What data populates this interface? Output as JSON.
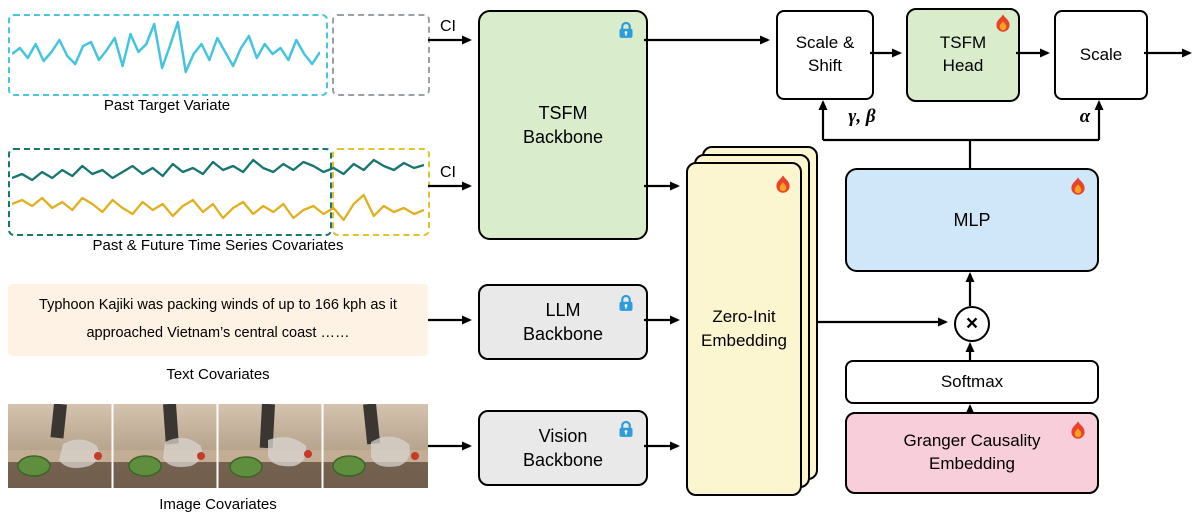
{
  "colors": {
    "green": "#d9eccb",
    "gray": "#e9e9e9",
    "yellow": "#fbf6cf",
    "blue": "#cfe7f8",
    "pink": "#f9cedb",
    "peach": "#fdf2e4",
    "cyan": "#45c5dd",
    "teal": "#17766f",
    "gold": "#e0b01f",
    "lock_blue": "#2e9bdb",
    "flame_red": "#e8432d",
    "flame_orange": "#f6a21c"
  },
  "inputs": {
    "past_target": {
      "label": "Past Target Variate"
    },
    "ts_covariates": {
      "label": "Past & Future Time Series Covariates"
    },
    "text_covariates": {
      "label": "Text Covariates",
      "content": "Typhoon Kajiki was packing winds of up to 166 kph as it\napproached Vietnam’s central coast ……"
    },
    "image_covariates": {
      "label": "Image Covariates"
    }
  },
  "blocks": {
    "tsfm_backbone": "TSFM\nBackbone",
    "llm_backbone": "LLM\nBackbone",
    "vision_backbone": "Vision\nBackbone",
    "zero_init": "Zero-Init\nEmbedding",
    "scale_shift": "Scale &\nShift",
    "tsfm_head": "TSFM\nHead",
    "scale": "Scale",
    "mlp": "MLP",
    "softmax": "Softmax",
    "granger": "Granger Causality\nEmbedding"
  },
  "edge_labels": {
    "ci_target": "CI",
    "ci_covariates": "CI",
    "gamma_beta": "γ, β",
    "alpha": "α",
    "multiply": "×"
  },
  "sparklines": {
    "target": [
      38,
      32,
      42,
      28,
      45,
      36,
      24,
      40,
      48,
      30,
      26,
      44,
      34,
      22,
      50,
      18,
      36,
      28,
      8,
      52,
      30,
      6,
      56,
      38,
      28,
      44,
      22,
      36,
      50,
      32,
      20,
      42,
      28,
      38,
      32,
      44,
      24,
      38,
      48,
      36
    ],
    "covariate_teal": [
      28,
      24,
      30,
      22,
      28,
      20,
      26,
      16,
      24,
      20,
      28,
      22,
      16,
      24,
      18,
      26,
      14,
      22,
      18,
      24,
      12,
      20,
      16,
      22,
      10,
      18,
      22,
      14,
      20,
      12,
      16,
      22,
      18,
      24,
      14,
      20,
      10,
      16,
      20,
      13,
      18,
      15
    ],
    "covariate_gold": [
      54,
      50,
      56,
      48,
      58,
      52,
      60,
      48,
      54,
      62,
      50,
      58,
      64,
      52,
      60,
      54,
      66,
      56,
      50,
      62,
      54,
      68,
      58,
      52,
      64,
      56,
      62,
      54,
      68,
      60,
      56,
      64,
      58,
      70,
      54,
      45,
      66,
      56,
      62,
      58,
      64,
      60
    ]
  }
}
